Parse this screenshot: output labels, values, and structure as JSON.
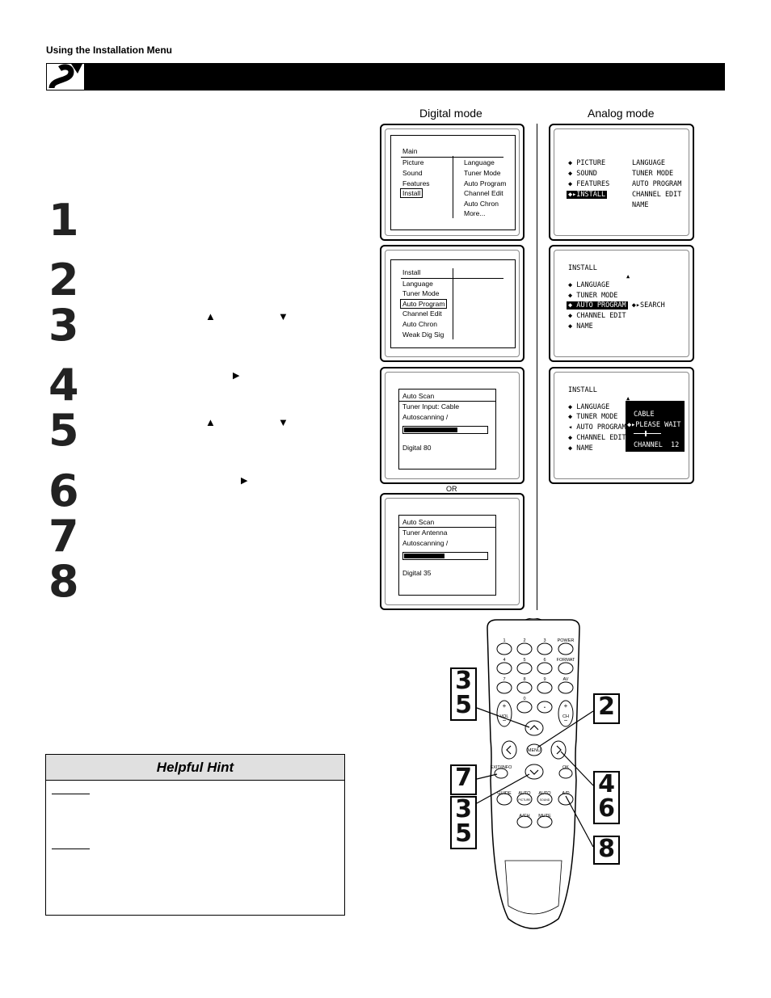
{
  "page": {
    "section_label": "Using the Installation Menu",
    "steps": [
      "1",
      "2",
      "3",
      "4",
      "5",
      "6",
      "7",
      "8"
    ],
    "arrow_up": "▲",
    "arrow_down": "▼",
    "arrow_right": "▶"
  },
  "digital": {
    "label": "Digital mode",
    "screen1": {
      "title": "Main",
      "left_items": [
        "Picture",
        "Sound",
        "Features",
        "Install"
      ],
      "right_items": [
        "Language",
        "Tuner Mode",
        "Auto Program",
        "Channel Edit",
        "Auto Chron",
        "More..."
      ]
    },
    "screen2": {
      "title": "Install",
      "items": [
        "Language",
        "Tuner Mode",
        "Auto Program",
        "Channel Edit",
        "Auto Chron",
        "Weak Dig Sig"
      ]
    },
    "screen3": {
      "title": "Auto Scan",
      "tuner": "Tuner Input: Cable",
      "status": "Autoscanning /",
      "progress": 0.65,
      "channel": "Digital 80"
    },
    "or_label": "OR",
    "screen4": {
      "title": "Auto Scan",
      "tuner": "Tuner Antenna",
      "status": "Autoscanning /",
      "progress": 0.5,
      "channel": "Digital 35"
    }
  },
  "analog": {
    "label": "Analog mode",
    "screen1": {
      "left_items": [
        "PICTURE",
        "SOUND",
        "FEATURES",
        "INSTALL"
      ],
      "right_items": [
        "LANGUAGE",
        "TUNER MODE",
        "AUTO PROGRAM",
        "CHANNEL EDIT",
        "NAME"
      ]
    },
    "screen2": {
      "title": "INSTALL",
      "items": [
        "LANGUAGE",
        "TUNER MODE",
        "AUTO PROGRAM",
        "CHANNEL EDIT",
        "NAME"
      ],
      "search": "SEARCH"
    },
    "screen3": {
      "title": "INSTALL",
      "items": [
        "LANGUAGE",
        "TUNER MODE",
        "AUTO PROGRAM",
        "CHANNEL EDIT",
        "NAME"
      ],
      "overlay_line1": "CABLE",
      "overlay_line2": "PLEASE WAIT",
      "overlay_channel_label": "CHANNEL",
      "overlay_channel_value": "12"
    }
  },
  "hint": {
    "title": "Helpful Hint"
  },
  "remote": {
    "buttons": {
      "n1": "1",
      "n2": "2",
      "n3": "3",
      "power": "POWER",
      "n4": "4",
      "n5": "5",
      "n6": "6",
      "format": "FORMAT",
      "n7": "7",
      "n8": "8",
      "n9": "9",
      "av": "AV",
      "n0": "0",
      "dot": "•",
      "vol": "VOL",
      "ch": "CH",
      "menu": "MENU",
      "exit": "EXIT/INFO",
      "ok": "OK",
      "guide": "GUIDE",
      "auto_picture": "AUTO",
      "auto_picture_sub": "PICTURE",
      "auto_sound": "AUTO",
      "auto_sound_sub": "SOUND",
      "ad": "A/D",
      "ach": "A/CH",
      "mute": "MUTE"
    },
    "callouts": {
      "c35_top_a": "3",
      "c35_top_b": "5",
      "c2": "2",
      "c7": "7",
      "c46_a": "4",
      "c46_b": "6",
      "c35_bottom_a": "3",
      "c35_bottom_b": "5",
      "c8": "8"
    }
  }
}
